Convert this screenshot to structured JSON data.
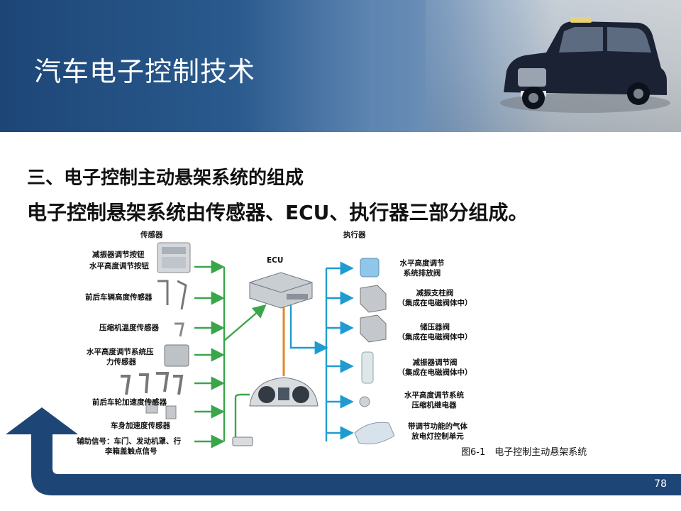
{
  "header": {
    "title": "汽车电子控制技术"
  },
  "subtitles": {
    "line1": "三、电子控制主动悬架系统的组成",
    "line2": "电子控制悬架系统由传感器、ECU、执行器三部分组成。"
  },
  "diagram": {
    "sensors_title": "传感器",
    "ecu_label": "ECU",
    "actuators_title": "执行器",
    "sensors": [
      {
        "label": "减振器调节按钮"
      },
      {
        "label": "水平高度调节按钮"
      },
      {
        "label": "前后车辆高度传感器"
      },
      {
        "label": "压缩机温度传感器"
      },
      {
        "label": "水平高度调节系统压"
      },
      {
        "label": "力传感器"
      },
      {
        "label": "前后车轮加速度传感器"
      },
      {
        "label": "车身加速度传感器"
      },
      {
        "label": "辅助信号：车门、发动机罩、行"
      },
      {
        "label": "李箱盖触点信号"
      }
    ],
    "actuators": [
      {
        "line1": "水平高度调节",
        "line2": "系统排放阀"
      },
      {
        "line1": "减振支柱阀",
        "line2": "（集成在电磁阀体中）"
      },
      {
        "line1": "储压器阀",
        "line2": "（集成在电磁阀体中）"
      },
      {
        "line1": "减振器调节阀",
        "line2": "（集成在电磁阀体中）"
      },
      {
        "line1": "水平高度调节系统",
        "line2": "压缩机继电器"
      },
      {
        "line1": "带调节功能的气体",
        "line2": "放电灯控制单元"
      }
    ],
    "caption": "图6-1　电子控制主动悬架系统",
    "colors": {
      "sensor_line": "#3aa64a",
      "actuator_line": "#1f9bd1",
      "ecu_line": "#e08a2a",
      "header_dark": "#1d4677"
    }
  },
  "footer": {
    "page_number": "78"
  }
}
